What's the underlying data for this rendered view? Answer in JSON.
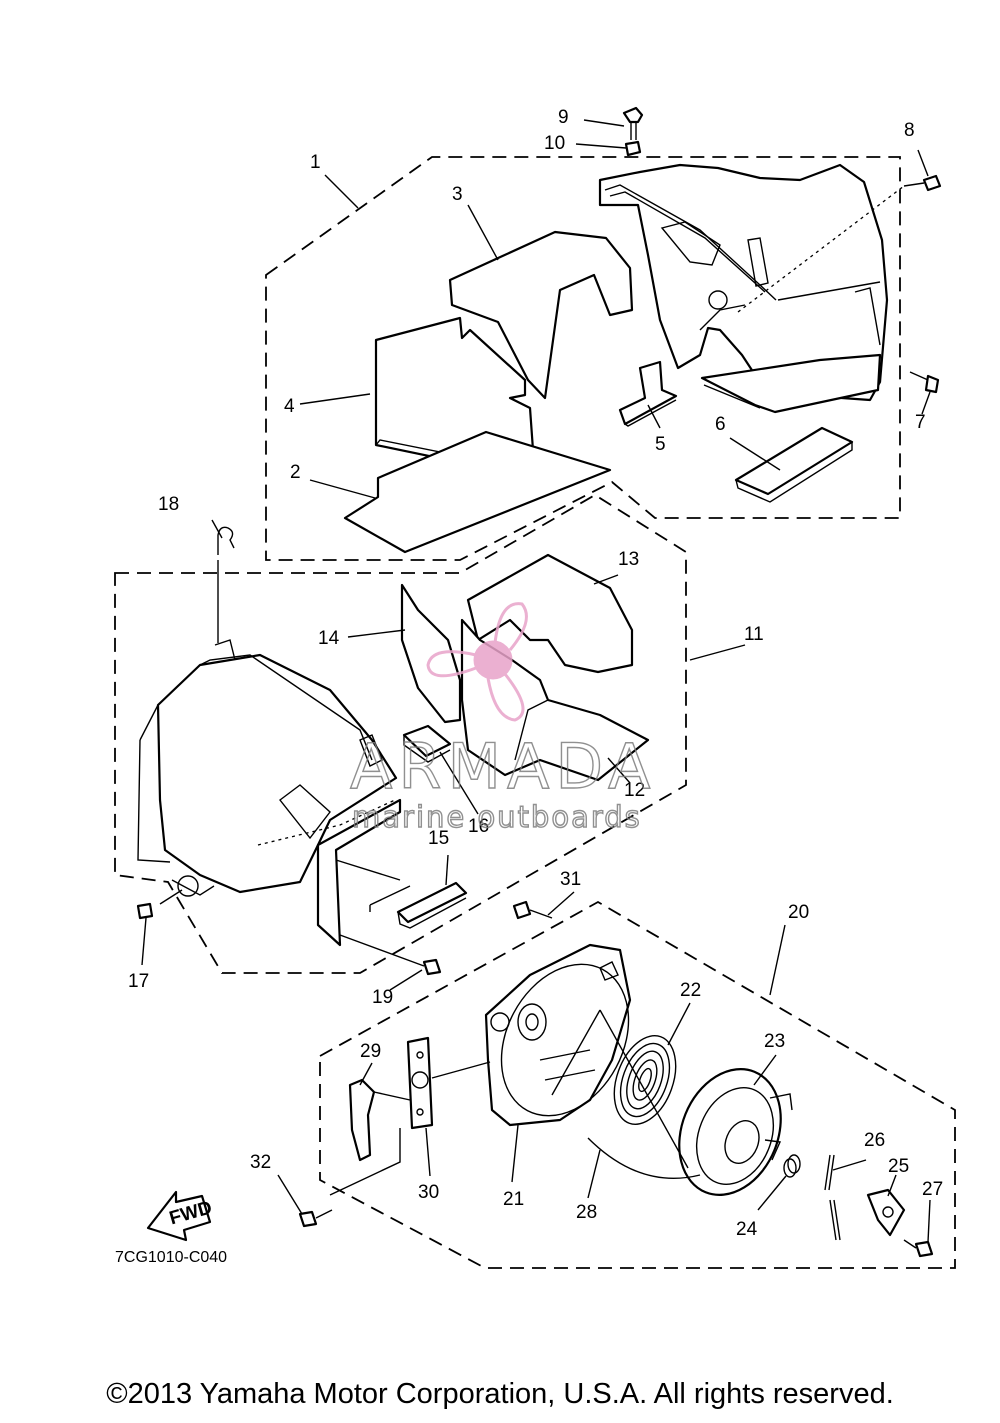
{
  "diagram": {
    "part_numbers": [
      "1",
      "2",
      "3",
      "4",
      "5",
      "6",
      "7",
      "8",
      "9",
      "10",
      "11",
      "12",
      "13",
      "14",
      "15",
      "16",
      "17",
      "18",
      "19",
      "20",
      "21",
      "22",
      "23",
      "24",
      "25",
      "26",
      "27",
      "28",
      "29",
      "30",
      "31",
      "32"
    ],
    "drawing_code": "7CG1010-C040",
    "fwd_label": "FWD",
    "watermark": {
      "brand": "ARMADA",
      "tagline": "marine outboards",
      "logo_color": "#e8a3c9"
    }
  },
  "footer": {
    "copyright": "©2013 Yamaha Motor Corporation, U.S.A. All rights reserved."
  }
}
